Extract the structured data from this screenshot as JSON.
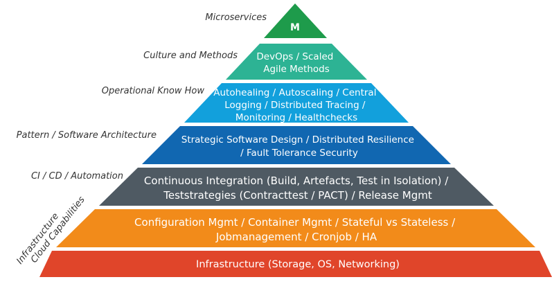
{
  "tiers": [
    {
      "category": "Microservices",
      "lines": [
        "M"
      ],
      "color": "#1e9b4b"
    },
    {
      "category": "Culture and Methods",
      "lines": [
        "DevOps / Scaled",
        "Agile Methods"
      ],
      "color": "#2db394"
    },
    {
      "category": "Operational Know How",
      "lines": [
        "Autohealing / Autoscaling / Central",
        "Logging / Distributed Tracing /",
        "Monitoring / Healthchecks"
      ],
      "color": "#12a0dc"
    },
    {
      "category": "Pattern / Software Architecture",
      "lines": [
        "Strategic Software Design / Distributed Resilience",
        "/ Fault Tolerance Security"
      ],
      "color": "#1167b1"
    },
    {
      "category": "CI / CD / Automation",
      "lines": [
        "Continuous Integration (Build, Artefacts, Test in Isolation) /",
        "Teststrategies  (Contracttest / PACT) /   Release Mgmt"
      ],
      "color": "#4f5a63"
    },
    {
      "category": "Infrastructure Cloud  Capabilities",
      "category_lines": [
        "Infrastructure",
        "Cloud  Capabilities"
      ],
      "lines": [
        "Configuration Mgmt / Container Mgmt / Stateful vs Stateless /",
        "Jobmanagement / Cronjob  / HA"
      ],
      "color": "#f28b1a"
    },
    {
      "lines": [
        "Infrastructure (Storage, OS, Networking)"
      ],
      "color": "#e0452a"
    }
  ]
}
